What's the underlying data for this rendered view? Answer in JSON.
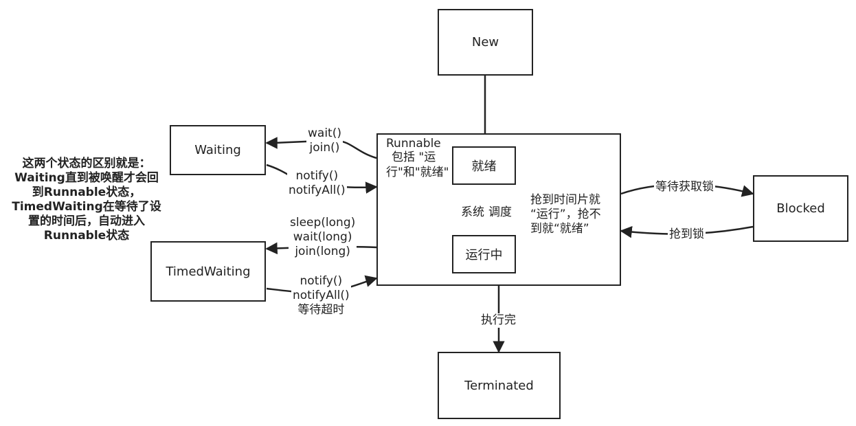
{
  "states": {
    "new": "New",
    "runnable": "Runnable",
    "runnable_note": [
      "包括 \"运",
      "行\"和\"就绪\""
    ],
    "ready": "就绪",
    "running": "运行中",
    "waiting": "Waiting",
    "timed_waiting": "TimedWaiting",
    "blocked": "Blocked",
    "terminated": "Terminated"
  },
  "transitions": {
    "to_waiting": [
      "wait()",
      "join()"
    ],
    "from_waiting": [
      "notify()",
      "notifyAll()"
    ],
    "to_timed_waiting": [
      "sleep(long)",
      "wait(long)",
      "join(long)"
    ],
    "from_timed_waiting": [
      "notify()",
      "notifyAll()",
      "等待超时"
    ],
    "to_blocked": "等待获取锁",
    "from_blocked": "抢到锁",
    "to_terminated": "执行完",
    "scheduler_left": "系统",
    "scheduler_right": "调度"
  },
  "time_slice_note": [
    "抢到时间片就",
    "“运行”，抢不",
    "到就“就绪”"
  ],
  "side_note": [
    "这两个状态的区别就是：",
    "Waiting直到被唤醒才会回",
    "到Runnable状态，",
    "TimedWaiting在等待了设",
    "置的时间后，自动进入",
    "Runnable状态"
  ]
}
